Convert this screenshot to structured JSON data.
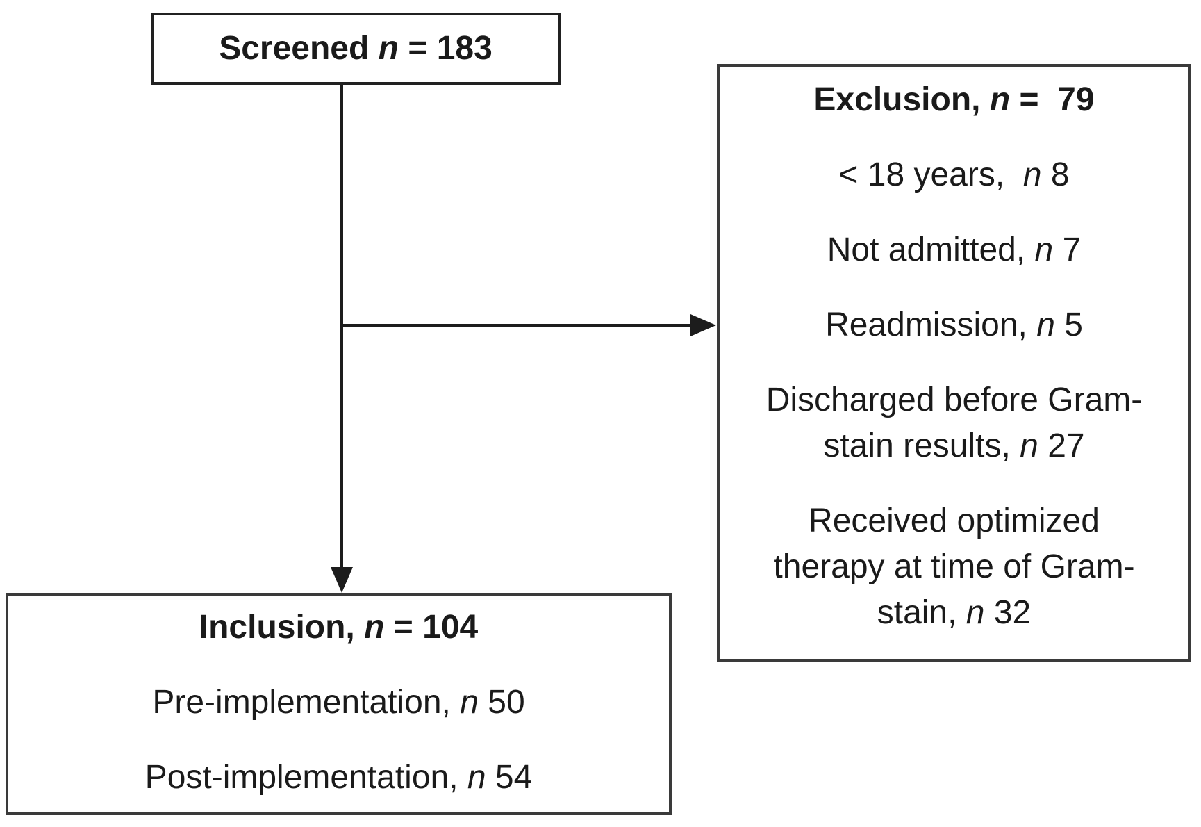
{
  "diagram": {
    "screened": {
      "title": {
        "pre": "Screened ",
        "n": "n",
        "post": " = 183"
      }
    },
    "exclusion": {
      "title": {
        "pre": "Exclusion, ",
        "n": "n",
        "post": " =  79"
      },
      "items": [
        {
          "lines": [
            {
              "pre": "< 18 years,  ",
              "n": "n",
              "post": " 8"
            }
          ]
        },
        {
          "lines": [
            {
              "pre": "Not admitted, ",
              "n": "n",
              "post": " 7"
            }
          ]
        },
        {
          "lines": [
            {
              "pre": "Readmission, ",
              "n": "n",
              "post": " 5"
            }
          ]
        },
        {
          "lines": [
            {
              "pre": "Discharged before Gram-",
              "n": "",
              "post": ""
            },
            {
              "pre": "stain results, ",
              "n": "n",
              "post": " 27"
            }
          ]
        },
        {
          "lines": [
            {
              "pre": "Received optimized",
              "n": "",
              "post": ""
            },
            {
              "pre": "therapy at time of Gram-",
              "n": "",
              "post": ""
            },
            {
              "pre": "stain, ",
              "n": "n",
              "post": " 32"
            }
          ]
        }
      ]
    },
    "inclusion": {
      "title": {
        "pre": "Inclusion, ",
        "n": "n",
        "post": " = 104"
      },
      "items": [
        {
          "lines": [
            {
              "pre": "Pre-implementation, ",
              "n": "n",
              "post": " 50"
            }
          ]
        },
        {
          "lines": [
            {
              "pre": "Post-implementation, ",
              "n": "n",
              "post": " 54"
            }
          ]
        }
      ]
    },
    "colors": {
      "line": "#1c1c1c",
      "border": "#2e2e2e",
      "background": "#ffffff"
    }
  }
}
